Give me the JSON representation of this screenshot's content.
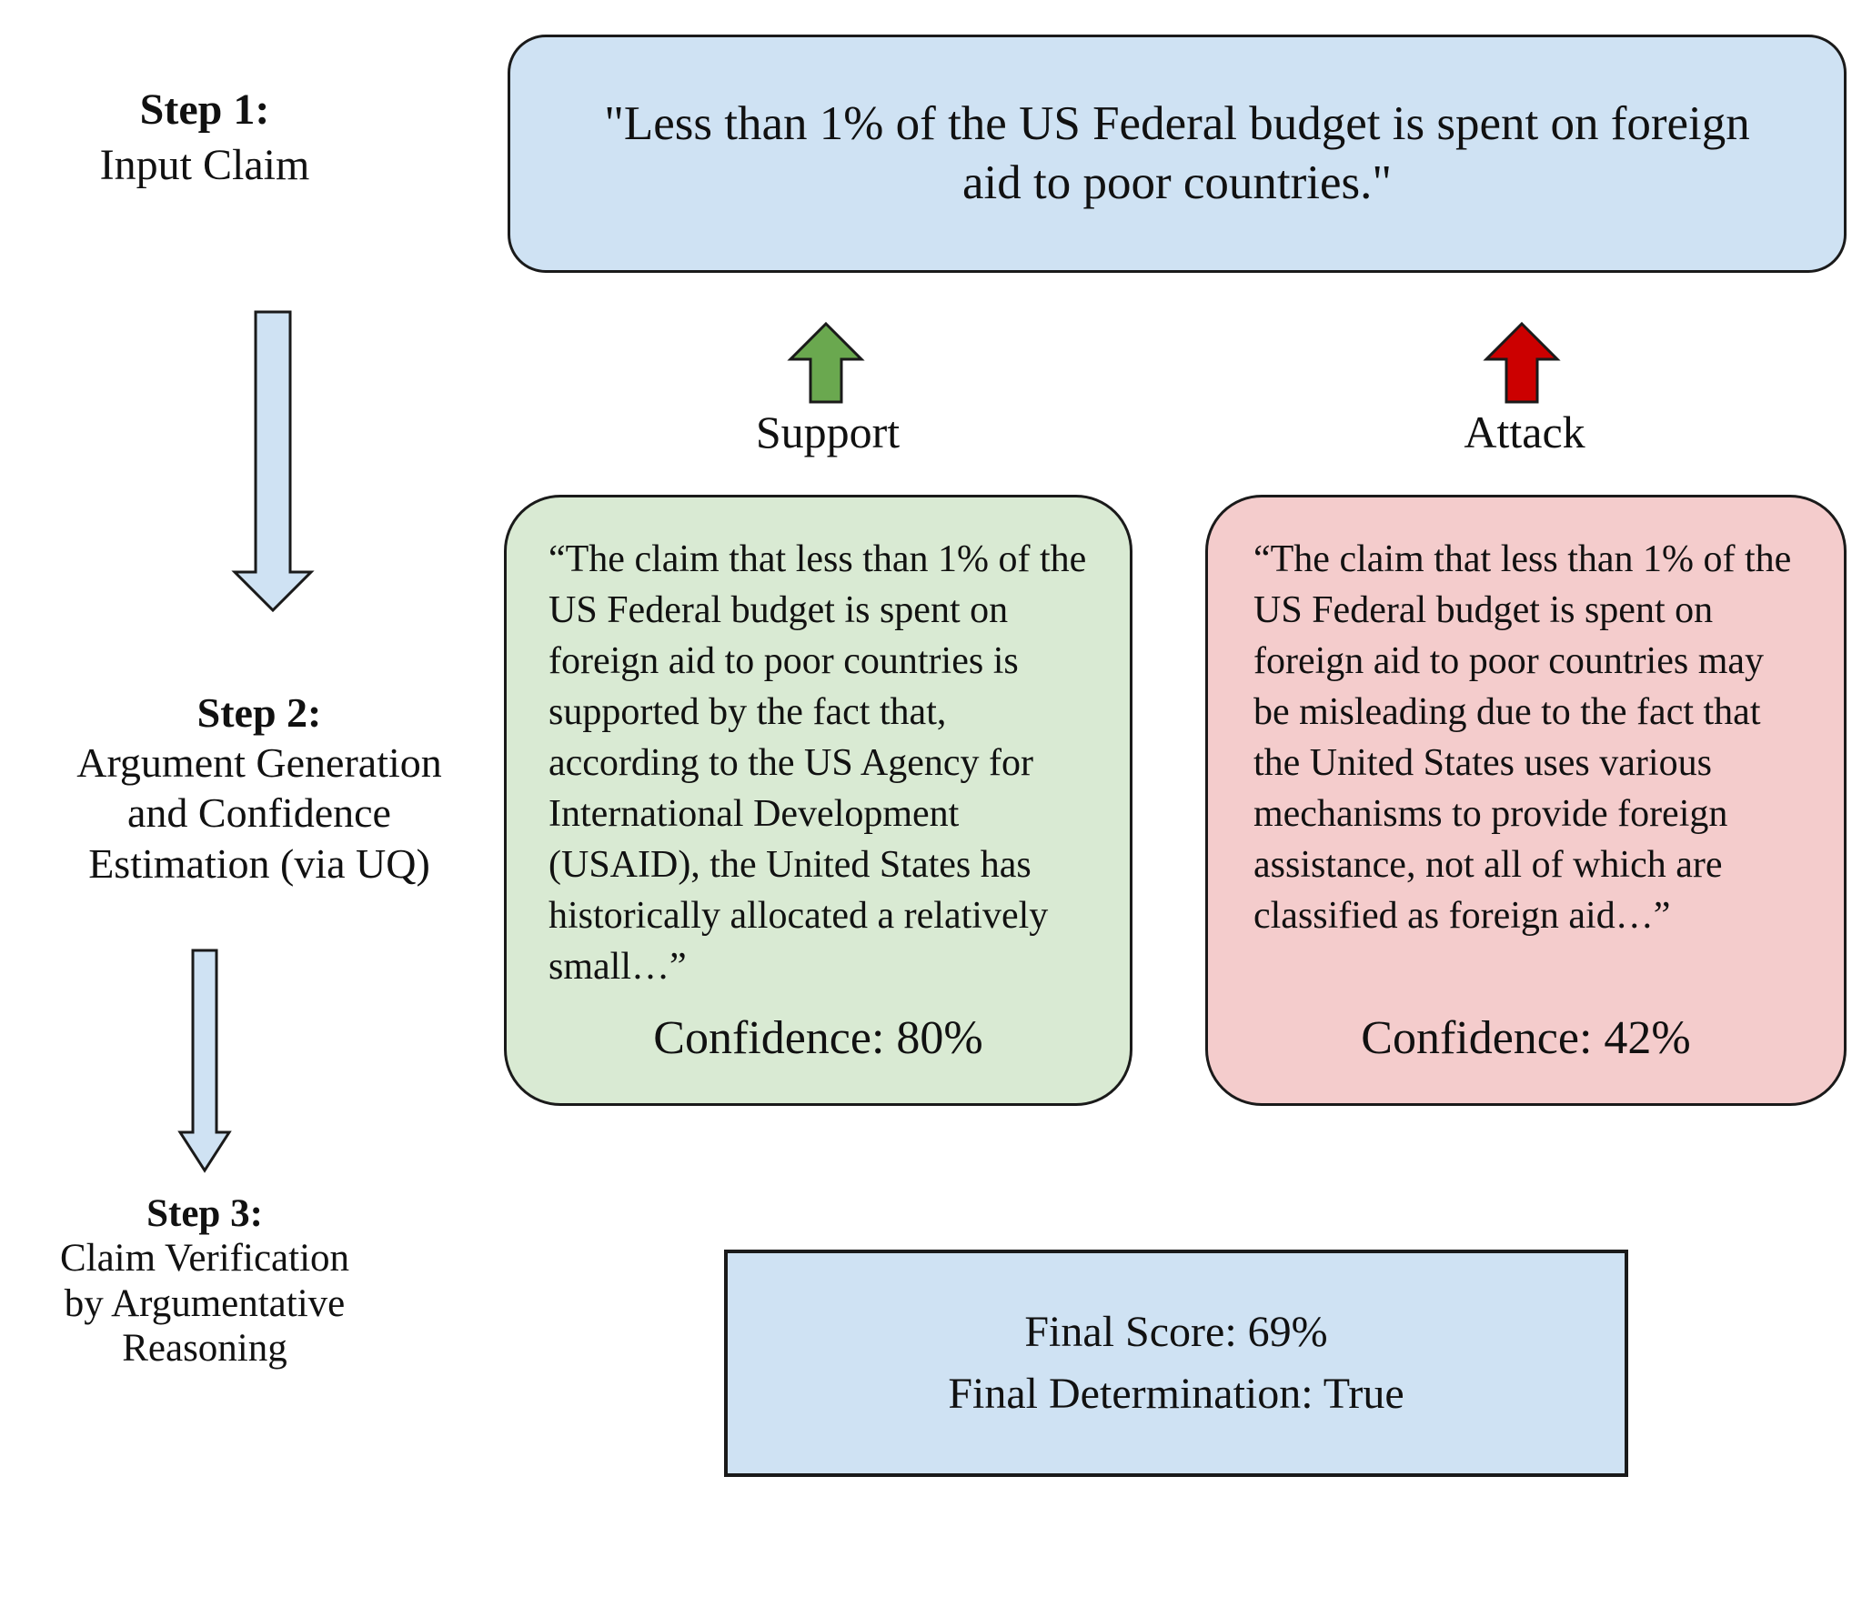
{
  "diagram": {
    "step1": {
      "title": "Step 1:",
      "subtitle": "Input Claim"
    },
    "step2": {
      "title": "Step 2:",
      "subtitle": "Argument Generation and Confidence Estimation (via UQ)"
    },
    "step3": {
      "title": "Step 3:",
      "subtitle": "Claim Verification by Argumentative Reasoning"
    },
    "claim": "\"Less than 1% of the US Federal budget is spent on foreign aid to poor countries.\"",
    "support": {
      "label": "Support",
      "argument": "“The claim that less than 1% of the US Federal budget is spent on foreign aid to poor countries is supported by the fact that, according to the US Agency for International Development (USAID), the United States has historically allocated a relatively small…”",
      "confidence": "Confidence: 80%"
    },
    "attack": {
      "label": "Attack",
      "argument": "“The claim that less than 1% of the US Federal budget is spent on foreign aid to poor countries may be misleading due to the fact that the United States uses various mechanisms to provide foreign assistance, not all of which are classified as foreign aid…”",
      "confidence": "Confidence: 42%"
    },
    "final": {
      "score": "Final Score: 69%",
      "determination": "Final Determination: True"
    }
  },
  "colors": {
    "claim_fill": "#cfe2f3",
    "support_fill": "#d9ead3",
    "attack_fill": "#f4cccc",
    "final_fill": "#cfe2f3",
    "flow_arrow_fill": "#cfe2f3",
    "support_arrow_fill": "#6aa84f",
    "attack_arrow_fill": "#cc0000",
    "outline": "#1a1a1a"
  }
}
